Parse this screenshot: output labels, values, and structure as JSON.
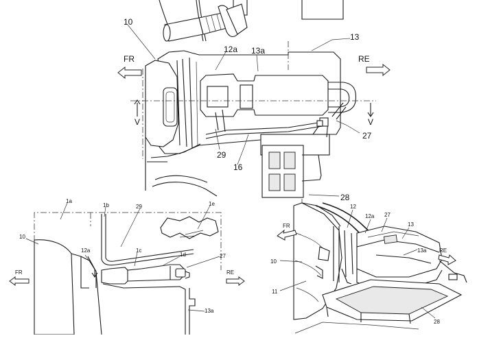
{
  "views": {
    "top": {
      "direction_front": "FR",
      "direction_rear": "RE",
      "section_mark": "V",
      "labels": [
        "10",
        "12a",
        "13a",
        "13",
        "27",
        "29",
        "16",
        "28"
      ]
    },
    "side": {
      "direction_front": "FR",
      "direction_rear": "RE",
      "labels": [
        "1a",
        "1b",
        "29",
        "1e",
        "10",
        "12a",
        "1c",
        "1d",
        "27",
        "13a"
      ]
    },
    "perspective": {
      "direction_front": "FR",
      "direction_rear": "RE",
      "labels": [
        "12",
        "12a",
        "27",
        "13",
        "13a",
        "10",
        "11",
        "28"
      ]
    }
  }
}
